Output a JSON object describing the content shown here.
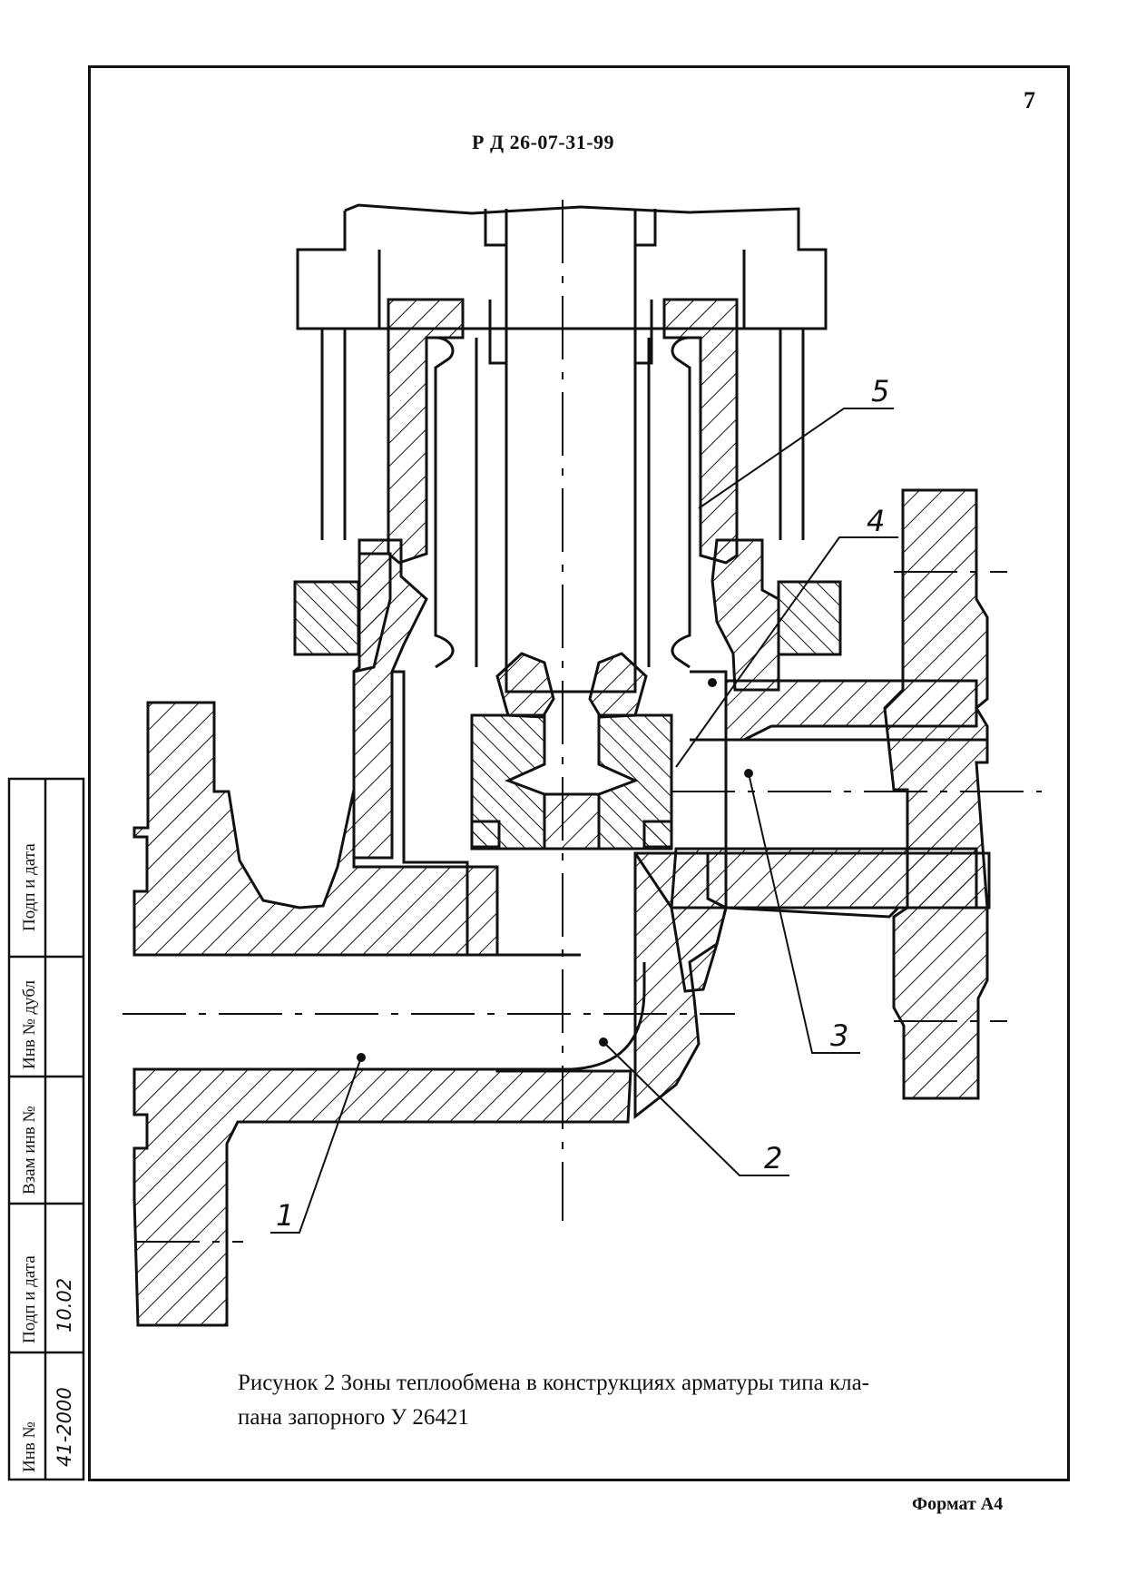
{
  "page_number": "7",
  "doc_code": "Р Д 26-07-31-99",
  "caption_lines": [
    "Рисунок 2  Зоны теплообмена в конструкциях арматуры типа кла-",
    "пана  запорного У 26421"
  ],
  "format": "Формат А4",
  "callouts": [
    "1",
    "2",
    "3",
    "4",
    "5"
  ],
  "stamp": {
    "rows": [
      "Подп и дата",
      "Инв № дубл",
      "Взам инв №",
      "Подп и дата",
      "Инв №"
    ],
    "handwritten": [
      "10.02",
      "41-2000"
    ]
  }
}
